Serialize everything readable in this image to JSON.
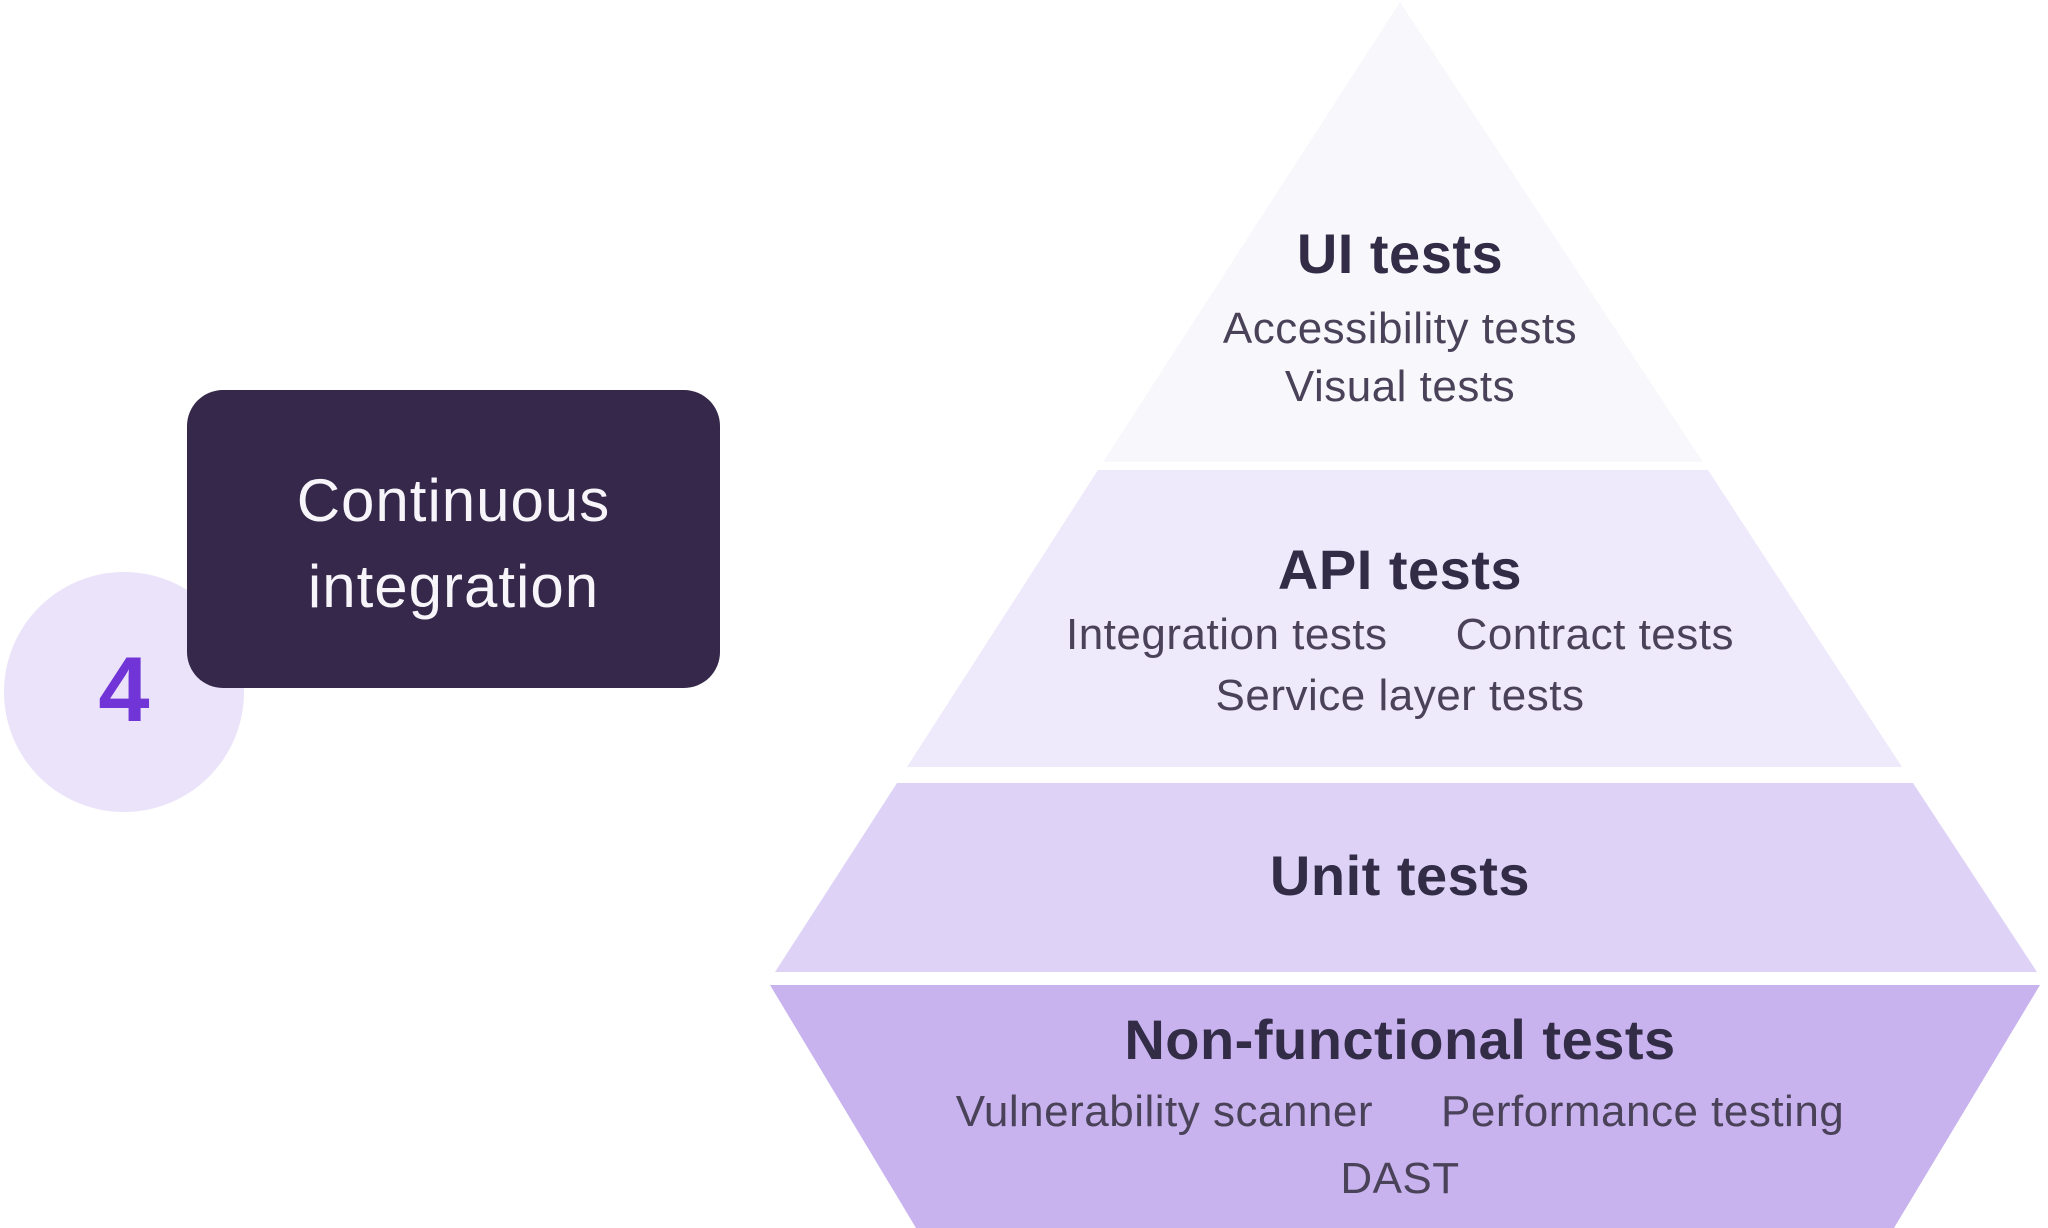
{
  "colors": {
    "card_bg": "#35284a",
    "card_text": "#f7f5fa",
    "circle_bg": "#eae3fa",
    "step_number_color": "#7134d7",
    "title_text": "#332c47",
    "body_text": "#4a4258",
    "layer1_bg": "#f8f7fc",
    "layer2_bg": "#eee9fb",
    "layer3_bg": "#ded3f7",
    "layer4_bg": "#c8b3ef"
  },
  "step_card": {
    "number": "4",
    "lines": [
      "Continuous",
      "integration"
    ]
  },
  "pyramid": {
    "layers": [
      {
        "title": "UI tests",
        "rows": [
          [
            "Accessibility tests"
          ],
          [
            "Visual tests"
          ]
        ]
      },
      {
        "title": "API tests",
        "rows": [
          [
            "Integration tests",
            "Contract tests"
          ],
          [
            "Service layer tests"
          ]
        ]
      },
      {
        "title": "Unit tests",
        "rows": []
      },
      {
        "title": "Non-functional tests",
        "rows": [
          [
            "Vulnerability scanner",
            "Performance testing"
          ],
          [
            "DAST"
          ]
        ]
      }
    ]
  }
}
